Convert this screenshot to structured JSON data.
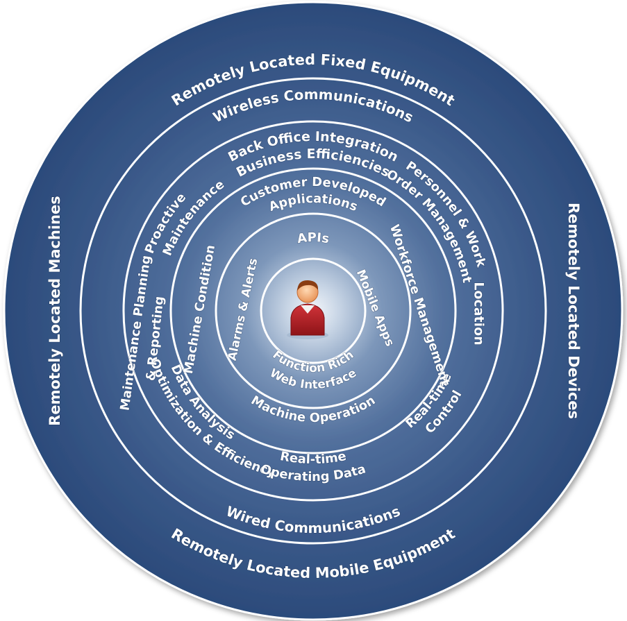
{
  "labels": {
    "outer_top": "Remotely Located Fixed Equipment",
    "outer_bottom": "Remotely Located Mobile Equipment",
    "outer_left": "Remotely Located Machines",
    "outer_right": "Remotely Located Devices",
    "wireless": "Wireless Communications",
    "wired": "Wired Communications",
    "back_office_1": "Back Office Integration",
    "back_office_2": "Business Efficiencies",
    "personnel_1": "Personnel & Work",
    "personnel_2": "Order Management",
    "location": "Location",
    "data_analysis_1": "Data Analysis",
    "data_analysis_2": "Optimization & Efficiency",
    "realtime_data_1": "Real-time",
    "realtime_data_2": "Operating Data",
    "realtime_control_1": "Real-time",
    "realtime_control_2": "Control",
    "maint_planning_1": "Maintenance Planning",
    "maint_planning_2": "& Reporting",
    "proactive_1": "Proactive",
    "proactive_2": "Maintenance",
    "customer_apps_1": "Customer Developed",
    "customer_apps_2": "Applications",
    "workforce": "Workforce Management",
    "machine_operation": "Machine Operation",
    "machine_condition": "Machine Condition",
    "apis": "APIs",
    "mobile_apps": "Mobile Apps",
    "web_1": "Function Rich",
    "web_2": "Web Interface",
    "alarms": "Alarms & Alerts"
  },
  "colors": {
    "ring_dark": "#2f4f7f",
    "ring_light": "#dfe7f1",
    "divider": "#ffffff",
    "text": "#ffffff"
  },
  "icons": {
    "center": "user-icon"
  }
}
